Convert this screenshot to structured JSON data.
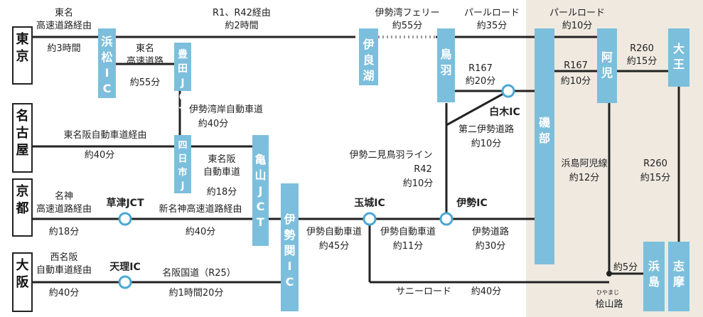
{
  "colors": {
    "road": "#222222",
    "box": "#7cbfdc",
    "box_text": "#ffffff",
    "shade": "#efe9e0",
    "node_stroke": "#4aa8d2",
    "ferry": "#999999"
  },
  "cities": {
    "tokyo": "東京",
    "nagoya": "名古屋",
    "kyoto": "京都",
    "osaka": "大阪"
  },
  "boxes": {
    "hamamatsu": "浜松IC",
    "toyota": "豊田JCT",
    "yokkaichi": "四日市JCT",
    "kameyama": "亀山JCT",
    "iseseki": "伊勢関IC",
    "irago": "伊良湖",
    "toba": "鳥羽",
    "isobe": "磯部",
    "ago": "阿児",
    "daio": "大王",
    "hamajima": "浜島",
    "shima": "志摩"
  },
  "nodes": {
    "kusatsu": "草津JCT",
    "tenri": "天理IC",
    "tamaki": "玉城IC",
    "ise": "伊勢IC",
    "shiroki": "白木IC"
  },
  "routes": {
    "tomei1_l1": "東名",
    "tomei1_l2": "高速道路経由",
    "tomei1_time": "約3時間",
    "r1_l1": "R1、R42経由",
    "r1_time": "約2時間",
    "tomei2_l1": "東名",
    "tomei2_l2": "高速道路",
    "tomei2_time": "約55分",
    "iseferry_l1": "伊勢湾フェリー",
    "iseferry_time": "約55分",
    "pearl1_l1": "パールロード",
    "pearl1_time": "約35分",
    "pearl2_l1": "パールロード",
    "pearl2_time": "約10分",
    "iseawan_l1": "伊勢湾岸自動車道",
    "iseawan_time": "約40分",
    "r167a_l1": "R167",
    "r167a_time": "約20分",
    "r167b_l1": "R167",
    "r167b_time": "約10分",
    "r260a_l1": "R260",
    "r260a_time": "約15分",
    "tomeihan_l1": "東名阪自動車道経由",
    "tomeihan_time": "約40分",
    "tomeihan2_l1": "東名阪",
    "tomeihan2_l2": "自動車道",
    "tomeihan2_time": "約18分",
    "dai2_l1": "第二伊勢道路",
    "dai2_time": "約10分",
    "futami_l1": "伊勢二見鳥羽ライン",
    "futami_l2": "R42",
    "futami_time": "約10分",
    "hamajimaago_l1": "浜島阿児線",
    "hamajimaago_time": "約12分",
    "r260b_l1": "R260",
    "r260b_time": "約15分",
    "meishin_l1": "名神",
    "meishin_l2": "高速道路経由",
    "meishin_time": "約18分",
    "shinmeishin_l1": "新名神高速道路経由",
    "shinmeishin_time": "約40分",
    "iseexp1_l1": "伊勢自動車道",
    "iseexp1_time": "約45分",
    "iseexp2_l1": "伊勢自動車道",
    "iseexp2_time": "約11分",
    "isedoro_l1": "伊勢道路",
    "isedoro_time": "約30分",
    "nishimeihan_l1": "西名阪",
    "nishimeihan_l2": "自動車道経由",
    "nishimeihan_time": "約40分",
    "meihan_l1": "名阪国道（R25）",
    "meihan_time": "約1時間20分",
    "sunny_l1": "サニーロード",
    "sunny_time": "約40分",
    "hiyamaji_time": "約5分",
    "hiyamaji_ruby": "ひやまじ",
    "hiyamaji_name": "桧山路"
  }
}
